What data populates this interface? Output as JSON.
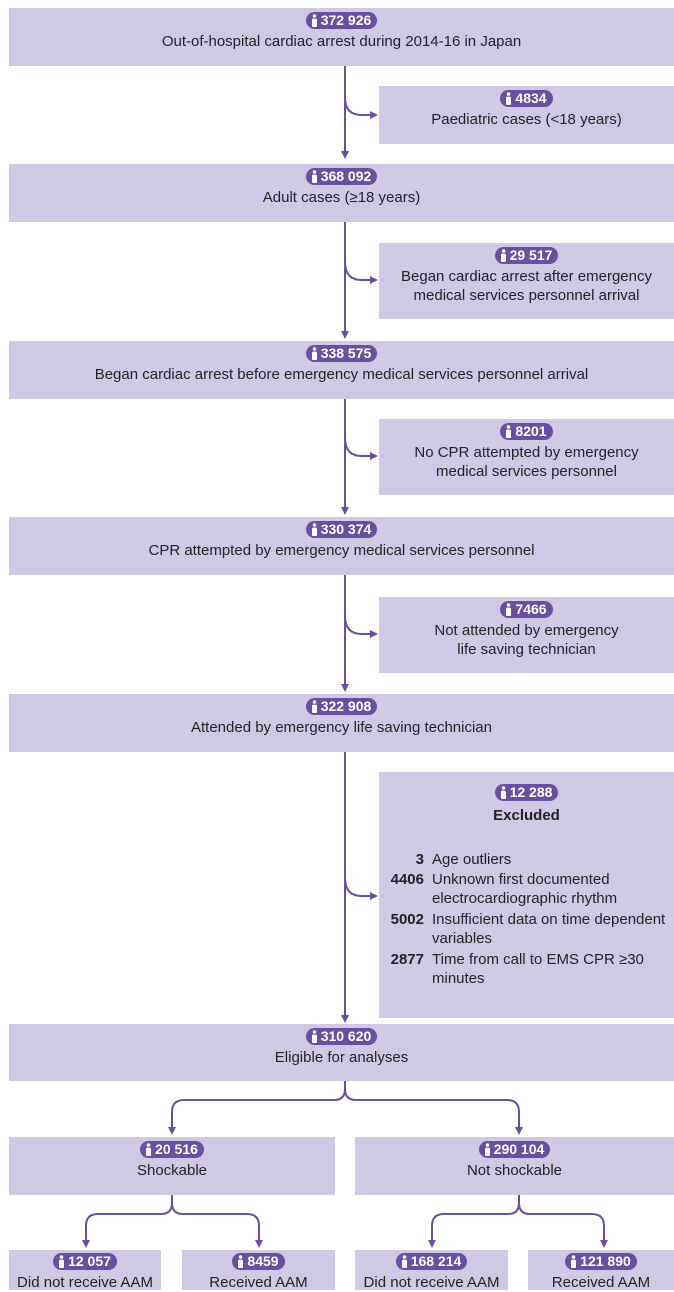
{
  "accent": "#6a4fa1",
  "box_fill": "#cfc9e3",
  "person_icon": "person-icon",
  "main_boxes": [
    {
      "count": "372 926",
      "label": "Out-of-hospital cardiac arrest during 2014-16 in Japan"
    },
    {
      "count": "368 092",
      "label": "Adult cases (≥18 years)"
    },
    {
      "count": "338 575",
      "label": "Began cardiac arrest before emergency medical services personnel arrival"
    },
    {
      "count": "330 374",
      "label": "CPR attempted by emergency medical services personnel"
    },
    {
      "count": "322 908",
      "label": "Attended by emergency life saving technician"
    },
    {
      "count": "310 620",
      "label": "Eligible for analyses"
    }
  ],
  "side_boxes": [
    {
      "count": "4834",
      "line1": "Paediatric cases (<18 years)",
      "line2": ""
    },
    {
      "count": "29 517",
      "line1": "Began cardiac arrest after emergency",
      "line2": "medical services personnel arrival"
    },
    {
      "count": "8201",
      "line1": "No CPR attempted by emergency",
      "line2": "medical services personnel"
    },
    {
      "count": "7466",
      "line1": "Not attended by emergency",
      "line2": "life saving technician"
    }
  ],
  "excluded": {
    "count": "12 288",
    "title": "Excluded",
    "items": [
      {
        "n": "3",
        "text": "Age outliers"
      },
      {
        "n": "4406",
        "text": "Unknown first documented electrocardiographic rhythm"
      },
      {
        "n": "5002",
        "text": "Insufficient data on time dependent variables"
      },
      {
        "n": "2877",
        "text": "Time from call to EMS CPR ≥30 minutes"
      }
    ]
  },
  "groups": [
    {
      "count": "20 516",
      "label": "Shockable"
    },
    {
      "count": "290 104",
      "label": "Not shockable"
    }
  ],
  "leaves": [
    {
      "count": "12 057",
      "label": "Did not receive AAM"
    },
    {
      "count": "8459",
      "label": "Received AAM"
    },
    {
      "count": "168 214",
      "label": "Did not receive AAM"
    },
    {
      "count": "121 890",
      "label": "Received AAM"
    }
  ]
}
